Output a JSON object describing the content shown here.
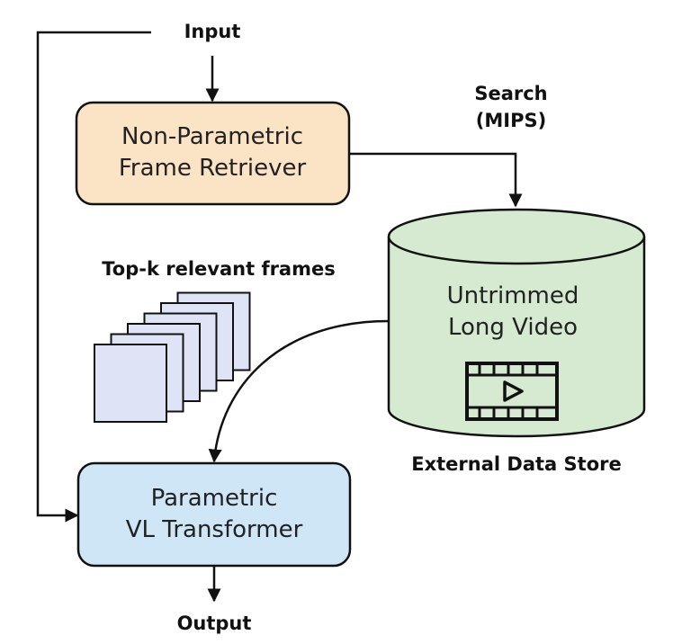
{
  "input_label": "Input",
  "output_label": "Output",
  "retriever": {
    "line1": "Non-Parametric",
    "line2": "Frame Retriever",
    "fill": "#fbe4c6"
  },
  "search": {
    "line1": "Search",
    "line2": "(MIPS)"
  },
  "datastore": {
    "line1": "Untrimmed",
    "line2": "Long Video",
    "caption": "External Data Store",
    "fill": "#d6ead2",
    "icon": "video-play-icon"
  },
  "frames": {
    "label": "Top-k relevant frames",
    "count": 6,
    "fill": "#dfe3f6"
  },
  "transformer": {
    "line1": "Parametric",
    "line2": "VL Transformer",
    "fill": "#cfe6f6"
  }
}
